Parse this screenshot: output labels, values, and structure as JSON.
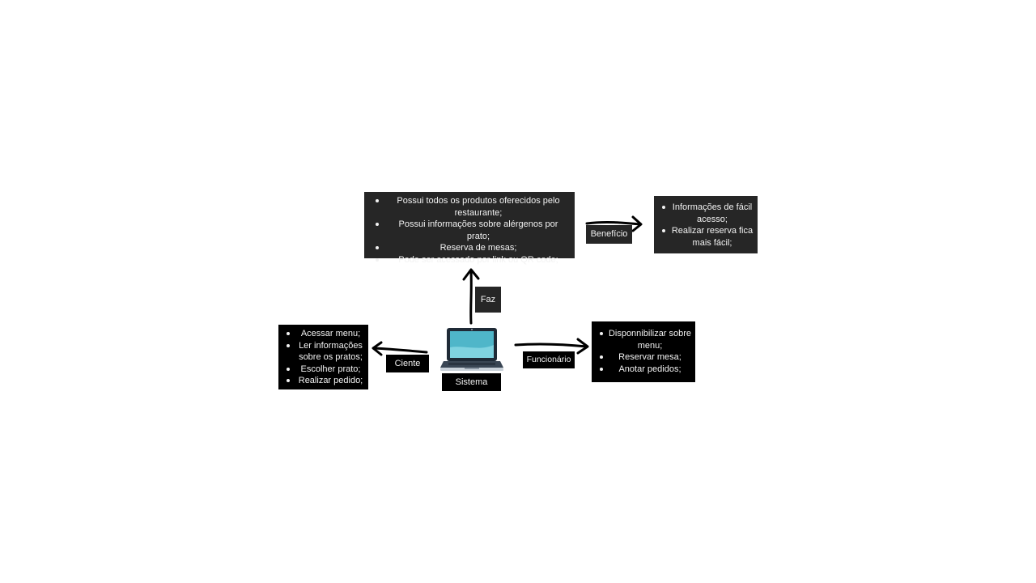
{
  "diagram": {
    "features": {
      "items": [
        "Possui todos os produtos oferecidos pelo restaurante;",
        "Possui informações sobre alérgenos por prato;",
        "Reserva de mesas;",
        "Pode ser acessado por link ou QR code;"
      ]
    },
    "benefits": {
      "items": [
        "Informações de fácil acesso;",
        "Realizar reserva fica mais fácil;"
      ]
    },
    "client_actions": {
      "items": [
        "Acessar menu;",
        "Ler informações sobre os pratos;",
        "Escolher prato;",
        "Realizar pedido;"
      ]
    },
    "employee_actions": {
      "items": [
        "Disponnibilizar sobre menu;",
        "Reservar mesa;",
        "Anotar pedidos;"
      ]
    },
    "labels": {
      "beneficio": "Benefício",
      "faz": "Faz",
      "cliente": "Ciente",
      "funcionario": "Funcionário",
      "sistema": "Sistema"
    },
    "colors": {
      "dark_box": "#262626",
      "black_box": "#000000",
      "text": "#f2f2f2",
      "laptop_screen": "#4fb6c9"
    },
    "icons": {
      "system": "laptop-icon"
    }
  }
}
